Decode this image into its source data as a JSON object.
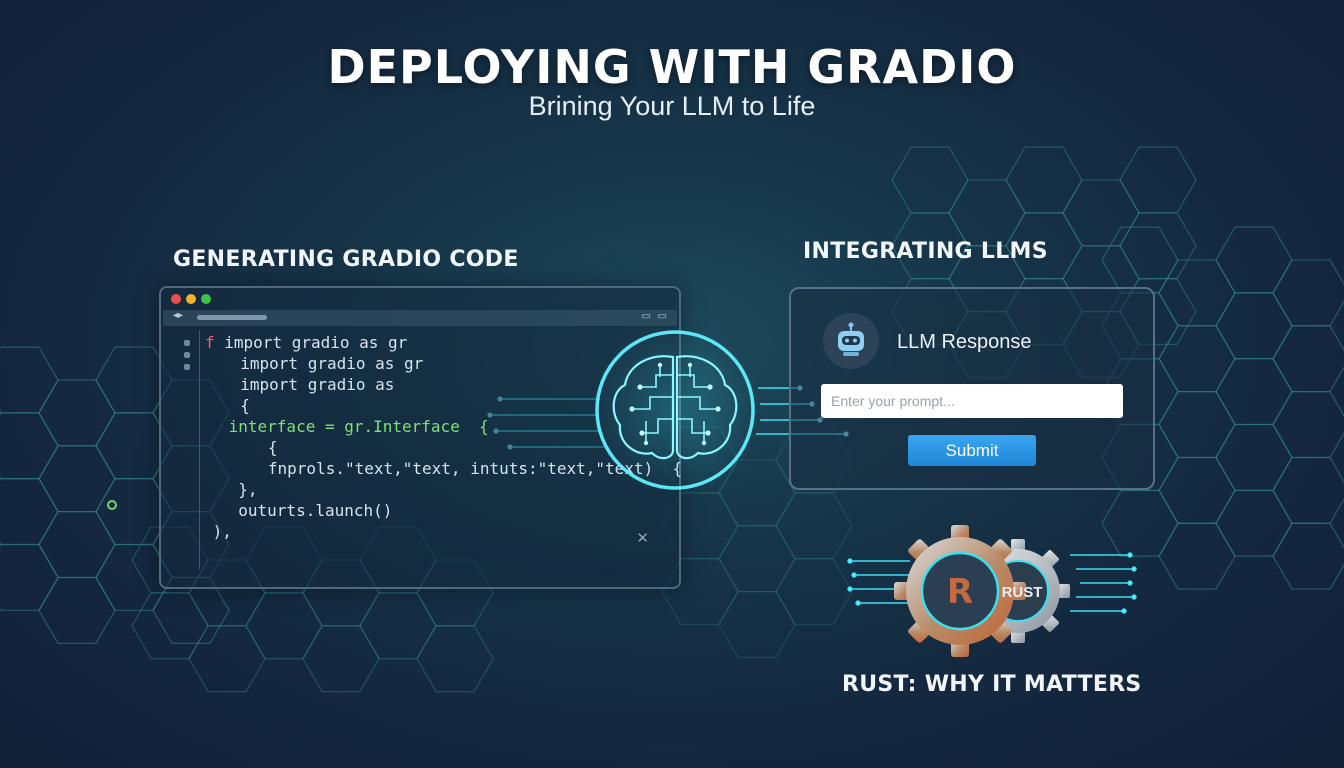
{
  "header": {
    "title": "DEPLOYING WITH GRADIO",
    "subtitle": "Brining Your LLM to Life"
  },
  "code_section": {
    "heading": "GENERATING GRADIO CODE",
    "window_dots": [
      "#ef4d4f",
      "#f2b32d",
      "#3ec14a"
    ],
    "lines": [
      {
        "prefix": "f",
        "text": " import gradio as gr"
      },
      {
        "prefix": "",
        "text": "  import gradio as gr"
      },
      {
        "prefix": "",
        "text": "  import gradio as"
      },
      {
        "prefix": "",
        "text": "  {"
      },
      {
        "prefix": "",
        "text": " interface = gr.Interface  {"
      },
      {
        "prefix": "",
        "text": "   {"
      },
      {
        "prefix": "",
        "text": "   fnprols.\"text,\"text, intuts:\"text,\"text)  {"
      },
      {
        "prefix": "",
        "text": "  },"
      },
      {
        "prefix": "",
        "text": "  outurts.launch()"
      },
      {
        "prefix": "",
        "text": " ),"
      }
    ]
  },
  "llm_section": {
    "heading": "INTEGRATING LLMS",
    "response_label": "LLM Response",
    "input_placeholder": "Enter your prompt...",
    "submit_label": "Submit"
  },
  "rust_section": {
    "heading": "RUST: WHY IT MATTERS",
    "gear_left_text": "R",
    "gear_right_text": "RUST"
  },
  "colors": {
    "accent_cyan": "#39e0f0",
    "button_blue": "#2b97e4",
    "code_red": "#ff5d64",
    "code_green": "#7fe07a"
  }
}
